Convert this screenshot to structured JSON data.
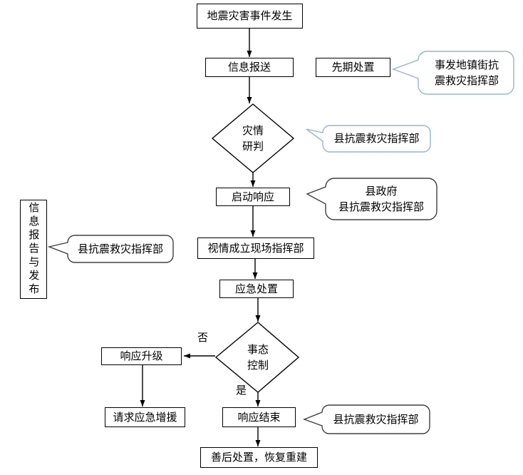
{
  "flowchart": {
    "nodes": {
      "event": "地震灾害事件发生",
      "report": "信息报送",
      "initial_disposal": "先期处置",
      "assessment": {
        "line1": "灾情",
        "line2": "研判"
      },
      "start_response": "启动响应",
      "onsite_hq": "视情成立现场指挥部",
      "emergency_disposal": "应急处置",
      "situation_control": {
        "line1": "事态",
        "line2": "控制"
      },
      "response_upgrade": "响应升级",
      "request_reinforcement": "请求应急增援",
      "response_end": "响应结束",
      "aftermath": "善后处置，恢复重建",
      "info_report_release": "信息报告与发布"
    },
    "callouts": {
      "township_hq": "事发地镇街抗震救灾指挥部",
      "county_hq_assessment": "县抗震救灾指挥部",
      "county_gov": {
        "line1": "县政府",
        "line2": "县抗震救灾指挥部"
      },
      "county_hq_info": "县抗震救灾指挥部",
      "county_hq_end": "县抗震救灾指挥部"
    },
    "branch_labels": {
      "no": "否",
      "yes": "是"
    },
    "colors": {
      "line": "#000000",
      "callout_blue": "#95b3d7",
      "callout_dark": "#404040",
      "box_fill": "#ffffff",
      "background": "#ffffff"
    }
  }
}
